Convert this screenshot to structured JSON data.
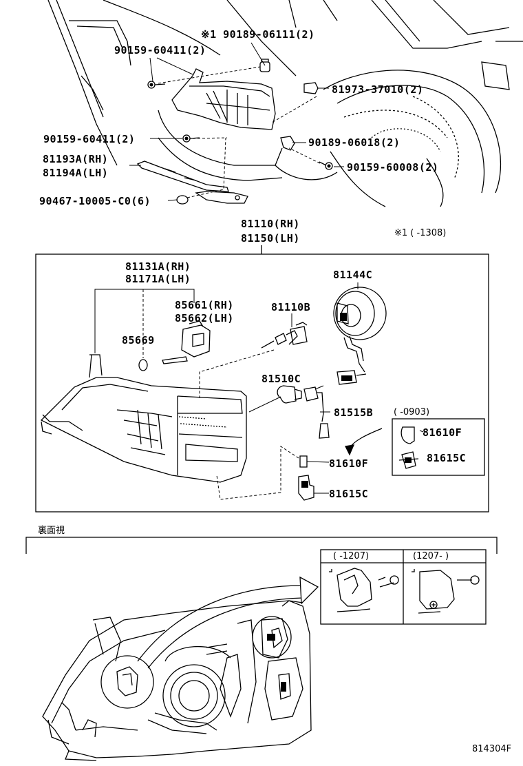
{
  "top_section": {
    "labels": {
      "note_bolt": "※1 90189-06111(2)",
      "screw_upper": "90159-60411(2)",
      "grommet": "81973-37010(2)",
      "screw_lower": "90159-60411(2)",
      "nut": "90189-06018(2)",
      "bracket_rh": "81193A(RH)",
      "bracket_lh": "81194A(LH)",
      "screw_right": "90159-60008(2)",
      "clip": "90467-10005-C0(6)"
    }
  },
  "assembly": {
    "title_rh": "81110(RH)",
    "title_lh": "81150(LH)",
    "note_range": "※1 (      -1308)",
    "labels": {
      "lens_rh": "81131A(RH)",
      "lens_lh": "81171A(LH)",
      "cap": "81144C",
      "leveling_rh": "85661(RH)",
      "leveling_lh": "85662(LH)",
      "bulb": "81110B",
      "gasket": "85669",
      "turn_bulb": "81510C",
      "socket_wire": "81515B",
      "range_0903": "(      -0903)",
      "bulb_f_inset": "81610F",
      "socket_c_inset": "81615C",
      "bulb_f": "81610F",
      "socket_c": "81615C"
    }
  },
  "rear_view": {
    "caption": "裏面視",
    "inset_left": "(    -1207)",
    "inset_right": "(1207-    )"
  },
  "figure_code": "814304F"
}
